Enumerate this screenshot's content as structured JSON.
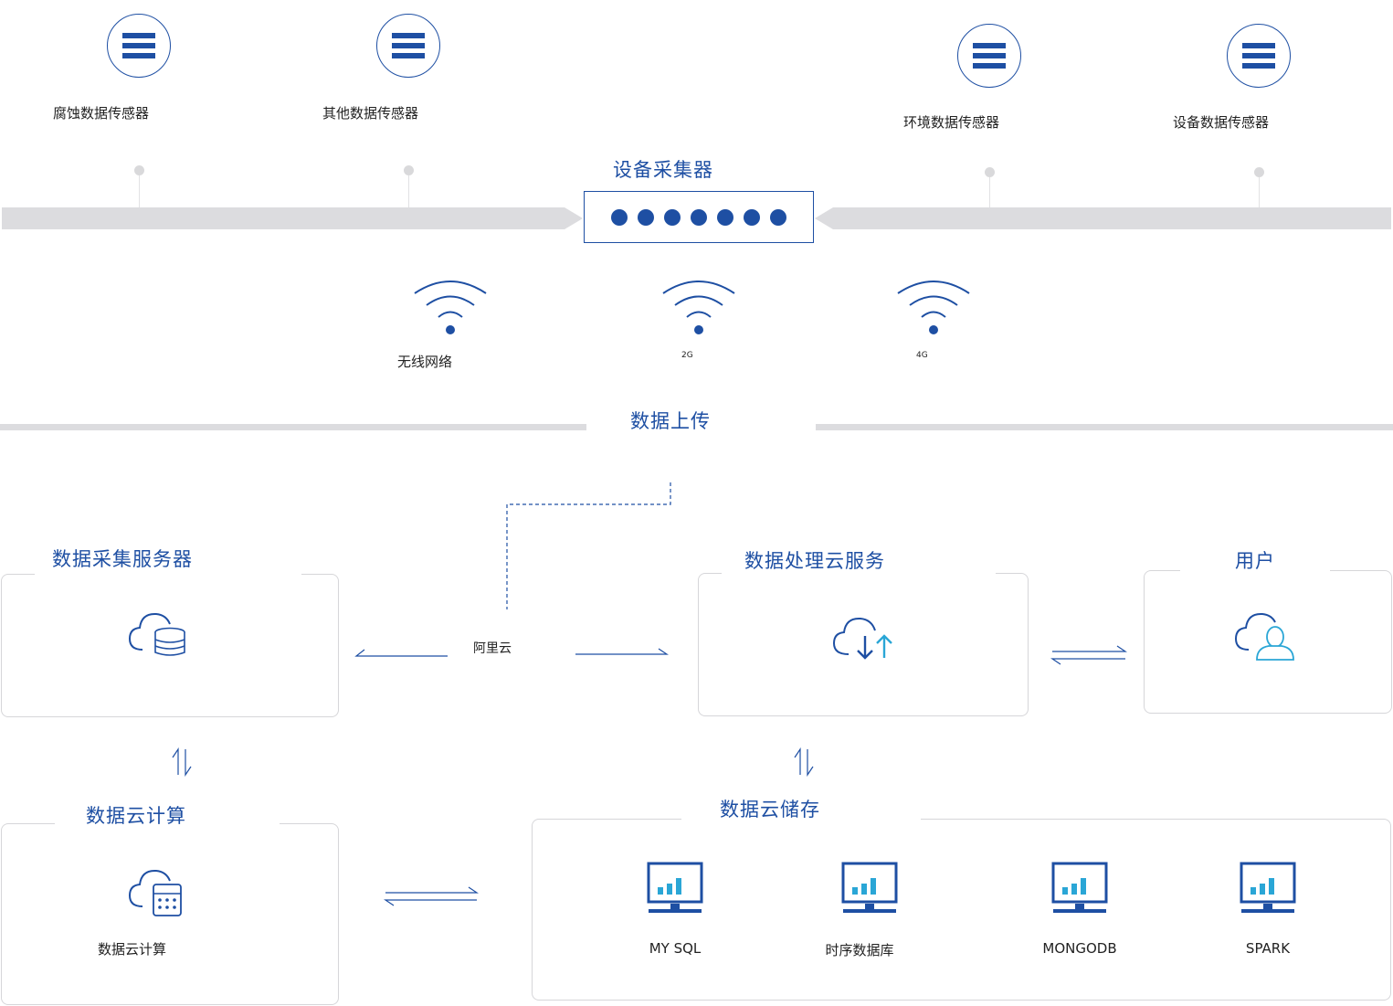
{
  "sensors": [
    {
      "label": "腐蚀数据传感器"
    },
    {
      "label": "其他数据传感器"
    },
    {
      "label": "环境数据传感器"
    },
    {
      "label": "设备数据传感器"
    }
  ],
  "collector": {
    "title": "设备采集器",
    "dot_count": 7
  },
  "networks": [
    {
      "label": "无线网络"
    },
    {
      "label": "2G"
    },
    {
      "label": "4G"
    }
  ],
  "upload": {
    "title": "数据上传"
  },
  "aliyun": {
    "label": "阿里云"
  },
  "boxes": {
    "collect_server": {
      "title": "数据采集服务器"
    },
    "processing": {
      "title": "数据处理云服务"
    },
    "user": {
      "title": "用户"
    },
    "cloud_compute": {
      "title": "数据云计算",
      "label": "数据云计算"
    },
    "cloud_storage": {
      "title": "数据云储存"
    }
  },
  "databases": [
    {
      "label": "MY SQL"
    },
    {
      "label": "时序数据库"
    },
    {
      "label": "MONGODB"
    },
    {
      "label": "SPARK"
    }
  ],
  "colors": {
    "primary": "#1e4fa3",
    "accent": "#2aa6d6",
    "band": "#dcdcdf",
    "border": "#d6d6d9"
  }
}
